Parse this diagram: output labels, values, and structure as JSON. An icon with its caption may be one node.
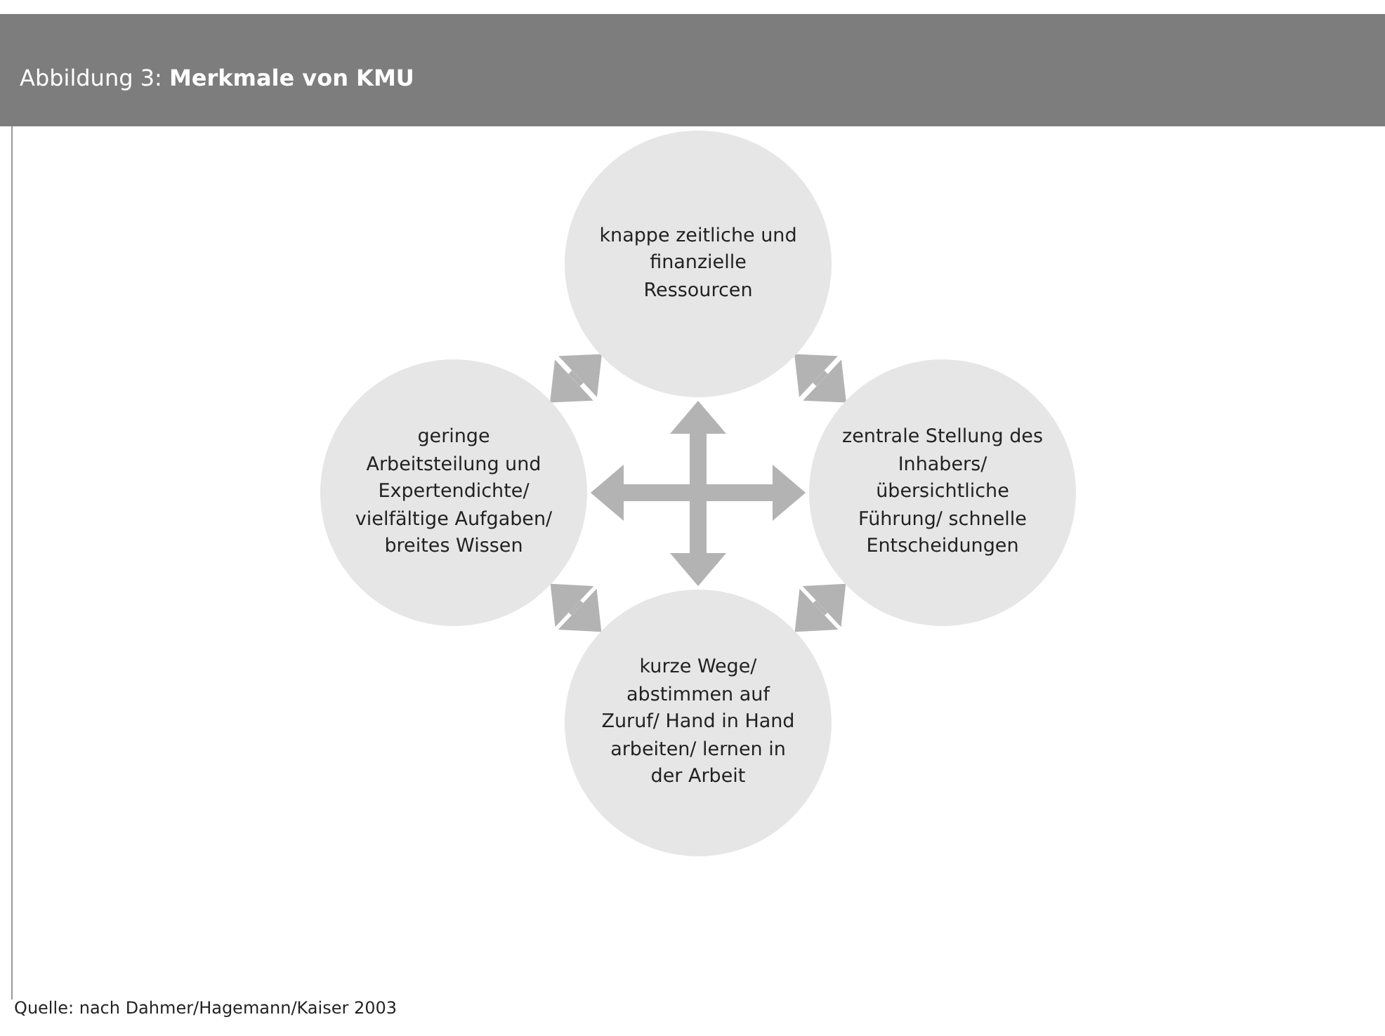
{
  "diagram": {
    "title": "Abbildung 3: **Merkmale von KMU**",
    "nodes": [
      {
        "text": [
          "knappe zeitliche und finanzielle Ressourcen"
        ]
      },
      {
        "text": [
          "geringe Arbeitsteilung und Expertendichte/ vielfältige Aufgaben/ breites Wissen"
        ]
      },
      {
        "text": [
          "zentrale Stellung des Inhabers/ übersichtliche Führung/ schnelle Entscheidungen"
        ]
      },
      {
        "text": [
          "kurze Wege/ abstimmen auf Zuruf/ Hand in Hand arbeiten/ lernen in der Arbeit"
        ]
      }
    ],
    "edges": [
      {
        "from": 0,
        "to": 1,
        "arrow": "both"
      },
      {
        "from": 0,
        "to": 2,
        "arrow": "both"
      },
      {
        "from": 1,
        "to": 3,
        "arrow": "both"
      },
      {
        "from": 2,
        "to": 3,
        "arrow": "both"
      },
      {
        "from": 0,
        "to": 3,
        "arrow": "both"
      },
      {
        "from": 1,
        "to": 2,
        "arrow": "both"
      }
    ],
    "caption": "Quelle: nach Dahmer/Hagemann/Kaiser 2003"
  }
}
